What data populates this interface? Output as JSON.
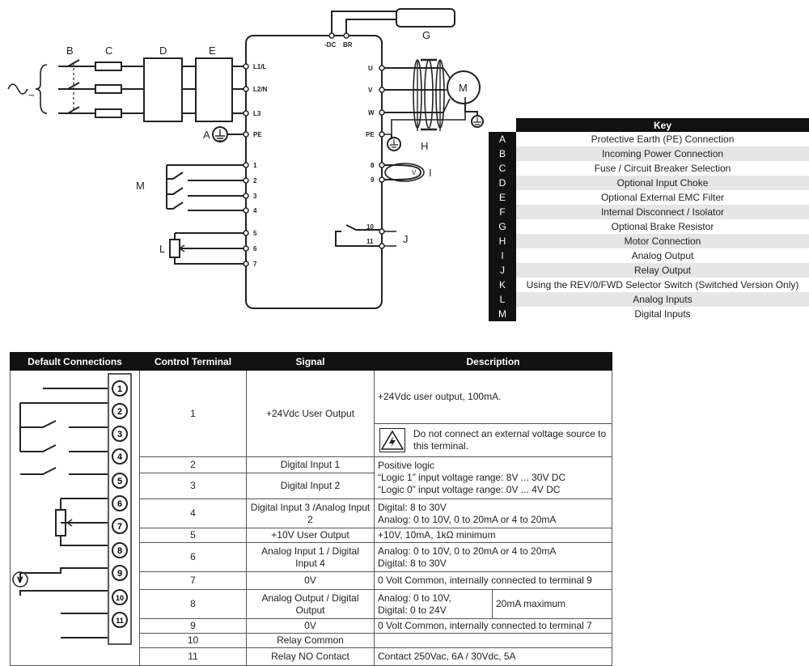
{
  "drive_diagram": {
    "callouts": [
      "A",
      "B",
      "C",
      "D",
      "E",
      "G",
      "H",
      "I",
      "J",
      "L",
      "M"
    ],
    "supply_symbol": "~",
    "top_terminals": [
      "-DC",
      "BR"
    ],
    "input_terminals": [
      "L1/L",
      "L2/N",
      "L3",
      "PE"
    ],
    "output_terminals": [
      "U",
      "V",
      "W",
      "PE"
    ],
    "left_control_terminals": [
      "1",
      "2",
      "3",
      "4",
      "5",
      "6",
      "7"
    ],
    "right_control_terminals": [
      "8",
      "9",
      "10",
      "11"
    ],
    "motor_symbol": "M",
    "meter_symbol": "V"
  },
  "key": {
    "title": "Key",
    "items": [
      {
        "code": "A",
        "text": "Protective Earth (PE) Connection"
      },
      {
        "code": "B",
        "text": "Incoming Power Connection"
      },
      {
        "code": "C",
        "text": "Fuse / Circuit Breaker Selection"
      },
      {
        "code": "D",
        "text": "Optional Input Choke"
      },
      {
        "code": "E",
        "text": "Optional External EMC Filter"
      },
      {
        "code": "F",
        "text": "Internal Disconnect / Isolator"
      },
      {
        "code": "G",
        "text": "Optional Brake Resistor"
      },
      {
        "code": "H",
        "text": "Motor Connection"
      },
      {
        "code": "I",
        "text": "Analog Output"
      },
      {
        "code": "J",
        "text": "Relay Output"
      },
      {
        "code": "K",
        "text": "Using the REV/0/FWD Selector Switch (Switched Version Only)"
      },
      {
        "code": "L",
        "text": "Analog Inputs"
      },
      {
        "code": "M",
        "text": "Digital Inputs"
      }
    ]
  },
  "connections": {
    "headers": [
      "Default Connections",
      "Control Terminal",
      "Signal",
      "Description"
    ],
    "terminal_numbers": [
      "1",
      "2",
      "3",
      "4",
      "5",
      "6",
      "7",
      "8",
      "9",
      "10",
      "11"
    ],
    "rows": {
      "t1": {
        "terminal": "1",
        "signal": "+24Vdc User Output",
        "desc": "+24Vdc user output, 100mA.",
        "warning": "Do not connect an external voltage source to this terminal."
      },
      "t2": {
        "terminal": "2",
        "signal": "Digital Input 1"
      },
      "t3": {
        "terminal": "3",
        "signal": "Digital Input 2"
      },
      "t23_desc": {
        "line1": "Positive logic",
        "line2": "“Logic 1” input voltage range: 8V ... 30V DC",
        "line3": "“Logic 0” input voltage range: 0V ... 4V DC"
      },
      "t4": {
        "terminal": "4",
        "signal": "Digital Input 3 /Analog Input 2",
        "line1": "Digital: 8 to 30V",
        "line2": "Analog: 0 to 10V, 0 to 20mA or 4 to 20mA"
      },
      "t5": {
        "terminal": "5",
        "signal": "+10V User Output",
        "desc": "+10V, 10mA, 1kΩ minimum"
      },
      "t6": {
        "terminal": "6",
        "signal": "Analog Input 1 / Digital Input 4",
        "line1": "Analog: 0 to 10V, 0 to 20mA or 4 to 20mA",
        "line2": "Digital:  8 to 30V"
      },
      "t7": {
        "terminal": "7",
        "signal": "0V",
        "desc": "0 Volt Common, internally connected to terminal 9"
      },
      "t8": {
        "terminal": "8",
        "signal": "Analog Output / Digital Output",
        "line1": "Analog: 0 to 10V,",
        "line2": "Digital:  0 to 24V",
        "side": "20mA maximum"
      },
      "t9": {
        "terminal": "9",
        "signal": "0V",
        "desc": "0 Volt Common, internally connected to terminal 7"
      },
      "t10": {
        "terminal": "10",
        "signal": "Relay Common",
        "desc": ""
      },
      "t11": {
        "terminal": "11",
        "signal": "Relay NO Contact",
        "desc": "Contact 250Vac, 6A / 30Vdc, 5A"
      }
    }
  }
}
